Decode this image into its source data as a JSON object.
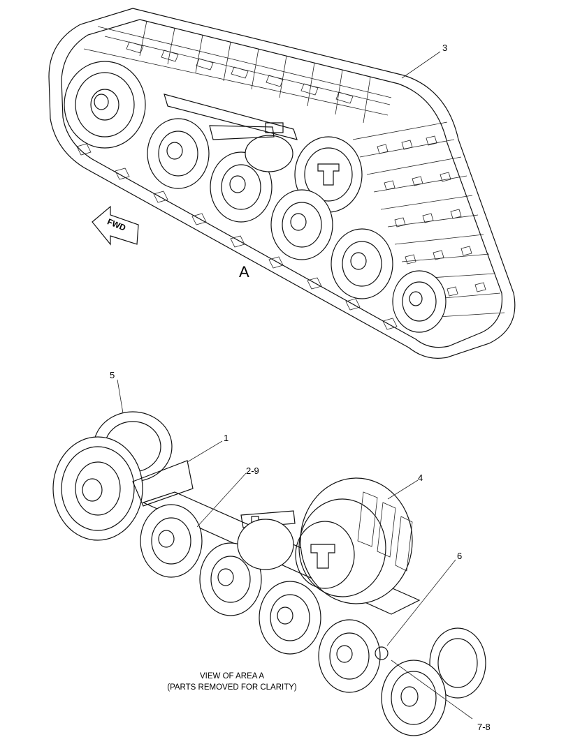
{
  "callouts": {
    "c3": "3",
    "c5": "5",
    "c1": "1",
    "c2_9": "2-9",
    "c4": "4",
    "c6": "6",
    "c7_8": "7-8"
  },
  "area_label": "A",
  "fwd_label": "FWD",
  "caption": {
    "line1": "VIEW OF AREA  A",
    "line2": "(PARTS REMOVED FOR CLARITY)"
  }
}
